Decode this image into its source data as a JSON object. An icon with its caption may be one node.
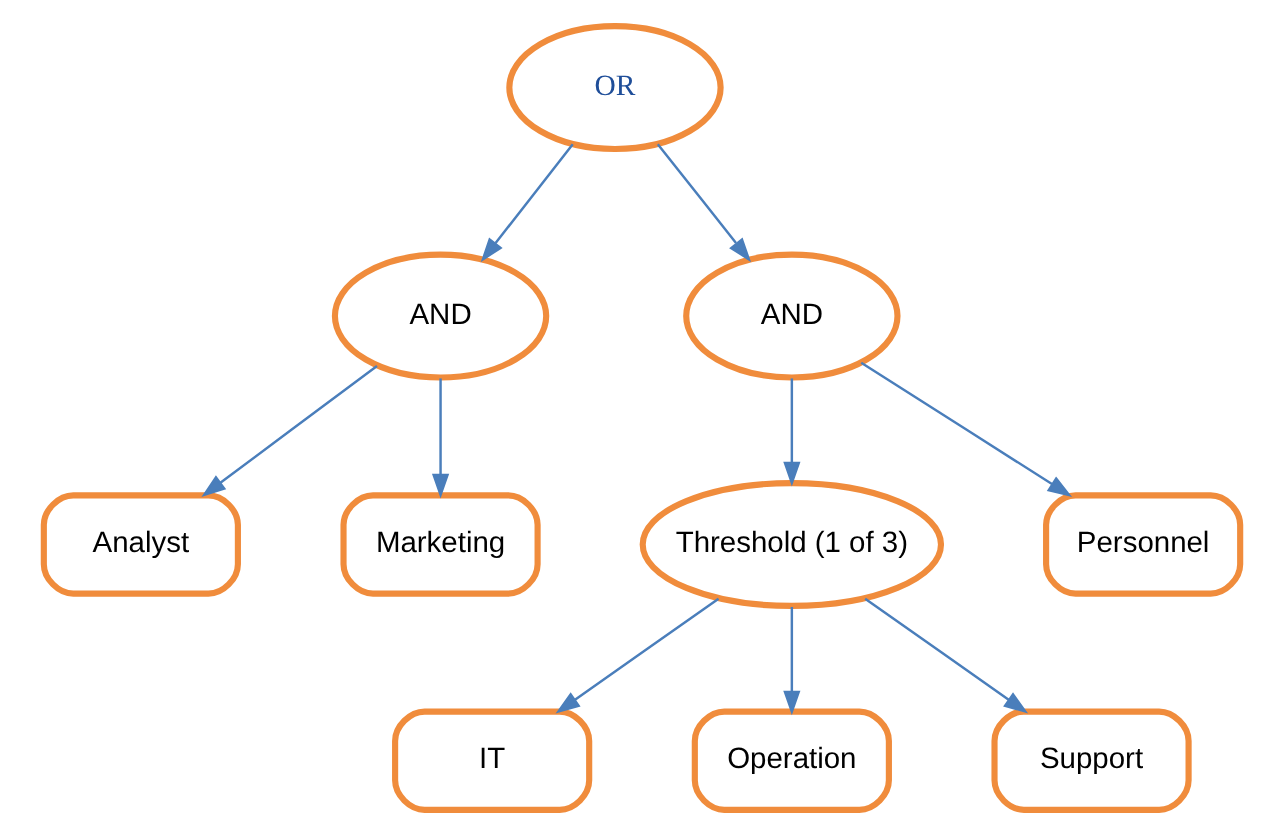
{
  "diagram": {
    "nodes": [
      {
        "text": [
          "OR"
        ]
      },
      {
        "text": [
          "AND"
        ]
      },
      {
        "text": [
          "AND"
        ]
      },
      {
        "text": [
          "Analyst"
        ]
      },
      {
        "text": [
          "Marketing"
        ]
      },
      {
        "text": [
          "Threshold (1 of 3)"
        ]
      },
      {
        "text": [
          "Personnel"
        ]
      },
      {
        "text": [
          "IT"
        ]
      },
      {
        "text": [
          "Operation"
        ]
      },
      {
        "text": [
          "Support"
        ]
      }
    ],
    "edges": [
      {
        "from": 0,
        "to": 1,
        "arrow": "to"
      },
      {
        "from": 0,
        "to": 2,
        "arrow": "to"
      },
      {
        "from": 1,
        "to": 3,
        "arrow": "to"
      },
      {
        "from": 1,
        "to": 4,
        "arrow": "to"
      },
      {
        "from": 2,
        "to": 5,
        "arrow": "to"
      },
      {
        "from": 2,
        "to": 6,
        "arrow": "to"
      },
      {
        "from": 5,
        "to": 7,
        "arrow": "to"
      },
      {
        "from": 5,
        "to": 8,
        "arrow": "to"
      },
      {
        "from": 5,
        "to": 9,
        "arrow": "to"
      }
    ]
  }
}
